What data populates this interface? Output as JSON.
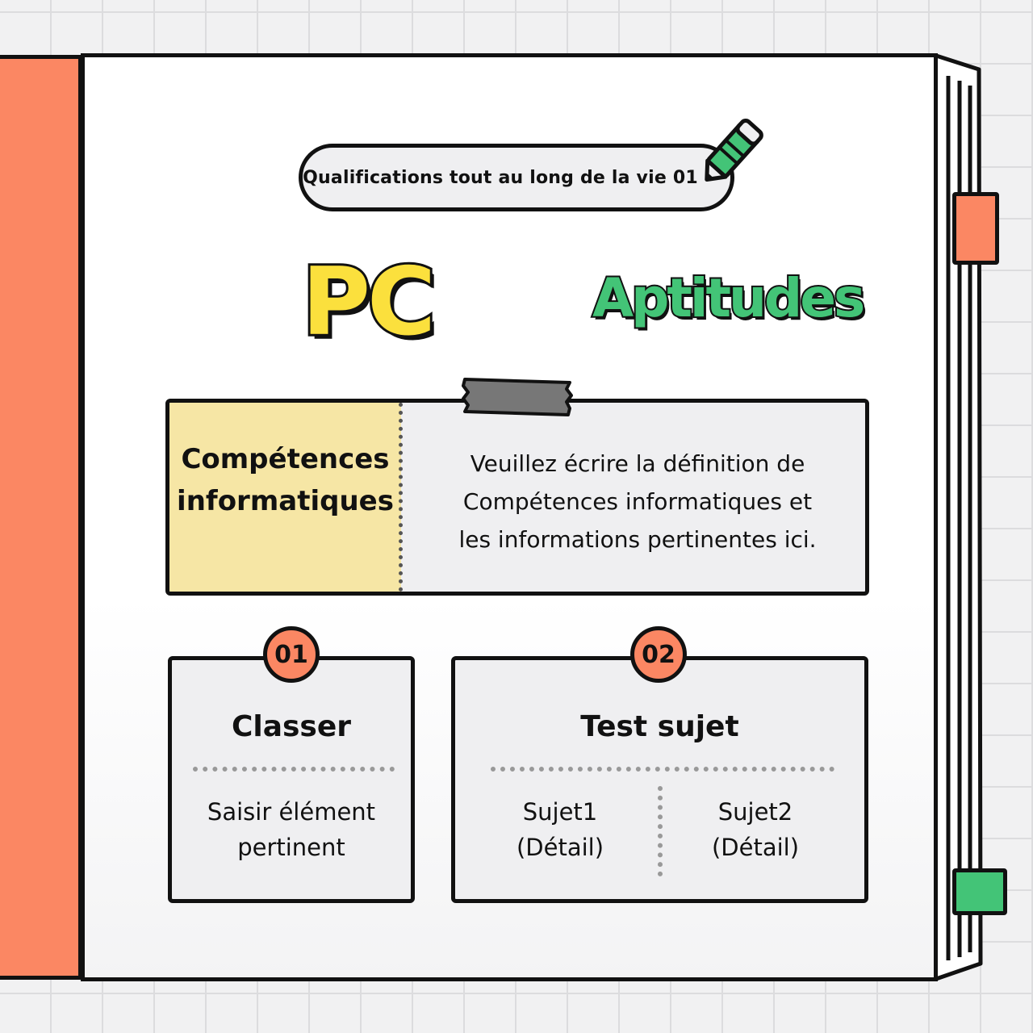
{
  "header": {
    "pill_label": "Qualifications tout au long de la vie 01"
  },
  "title": {
    "pc": "PC",
    "aptitudes": "Aptitudes"
  },
  "definition": {
    "title_line1": "Compétences",
    "title_line2": "informatiques",
    "body_line1": "Veuillez écrire la définition de",
    "body_line2": "Compétences informatiques et",
    "body_line3": "les informations pertinentes ici."
  },
  "cards": [
    {
      "number": "01",
      "title": "Classer",
      "text_line1": "Saisir élément",
      "text_line2": "pertinent"
    },
    {
      "number": "02",
      "title": "Test sujet",
      "subjects": [
        {
          "label": "Sujet1",
          "detail": "(Détail)"
        },
        {
          "label": "Sujet2",
          "detail": "(Détail)"
        }
      ]
    }
  ],
  "colors": {
    "accent_orange": "#fb8763",
    "accent_green": "#43c477",
    "accent_yellow": "#fbe03d",
    "note_yellow": "#f6e6a5"
  },
  "icons": [
    "pencil-icon",
    "tape-icon"
  ]
}
